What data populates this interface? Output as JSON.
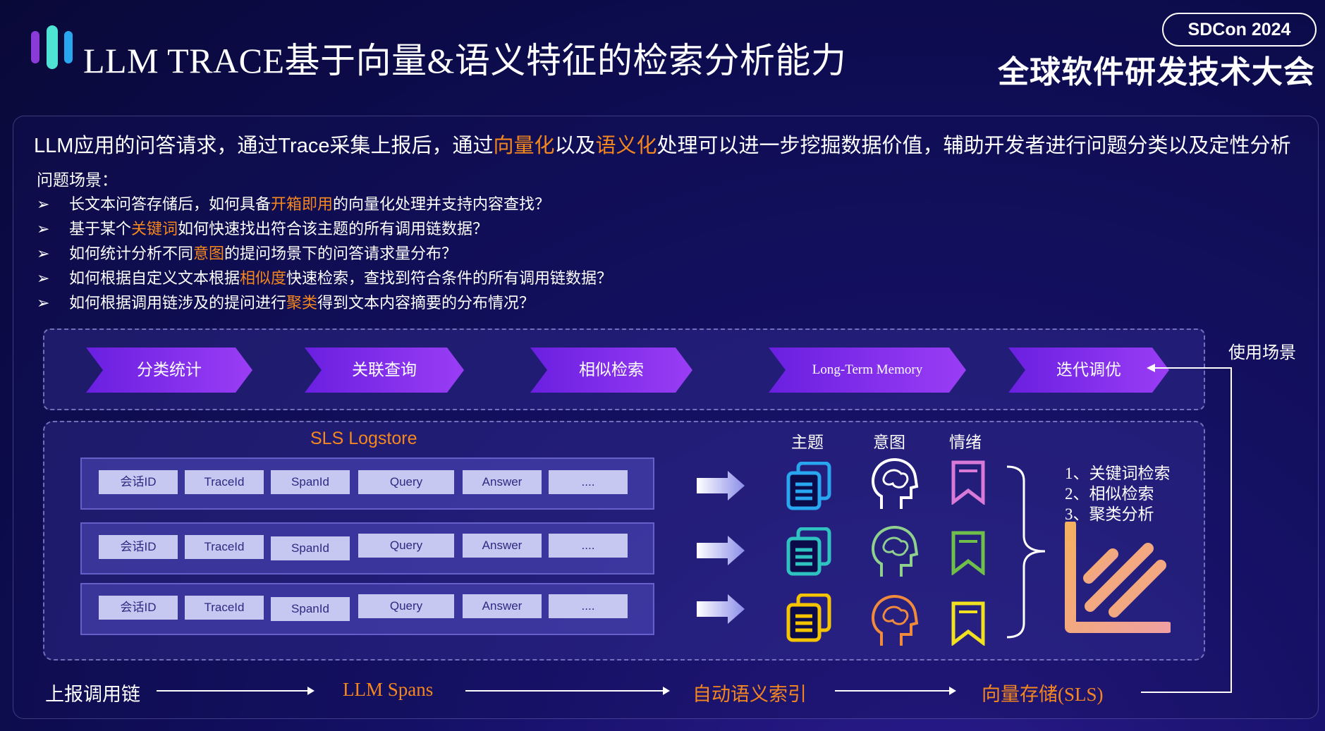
{
  "header": {
    "title": "LLM TRACE基于向量&语义特征的检索分析能力",
    "event_badge": "SDCon 2024",
    "conference_name": "全球软件研发技术大会"
  },
  "intro": {
    "part1": "LLM应用的问答请求，通过Trace采集上报后，通过",
    "hl1": "向量化",
    "part2": "以及",
    "hl2": "语义化",
    "part3": "处理可以进一步挖掘数据价值，辅助开发者进行问题分类以及定性分析"
  },
  "scenarios": {
    "title": "问题场景：",
    "arrow": "➢",
    "items": [
      {
        "pre": "长文本问答存储后，如何具备",
        "hl": "开箱即用",
        "post": "的向量化处理并支持内容查找？"
      },
      {
        "pre": "基于某个",
        "hl": "关键词",
        "post": "如何快速找出符合该主题的所有调用链数据？"
      },
      {
        "pre": "如何统计分析不同",
        "hl": "意图",
        "post": "的提问场景下的问答请求量分布？"
      },
      {
        "pre": "如何根据自定义文本根据",
        "hl": "相似度",
        "post": "快速检索，查找到符合条件的所有调用链数据？"
      },
      {
        "pre": "如何根据调用链涉及的提问进行",
        "hl": "聚类",
        "post": "得到文本内容摘要的分布情况？"
      }
    ]
  },
  "usage": {
    "label": "使用场景",
    "steps": [
      "分类统计",
      "关联查询",
      "相似检索",
      "Long-Term Memory",
      "迭代调优"
    ]
  },
  "logstore": {
    "title": "SLS Logstore",
    "columns": [
      "会话ID",
      "TraceId",
      "SpanId",
      "Query",
      "Answer",
      "...."
    ],
    "rows": 3
  },
  "features": {
    "headers": [
      "主题",
      "意图",
      "情绪"
    ],
    "analysis": [
      "1、关键词检索",
      "2、相似检索",
      "3、聚类分析"
    ]
  },
  "flow": {
    "steps": [
      "上报调用链",
      "LLM Spans",
      "自动语义索引",
      "向量存储(SLS)"
    ]
  },
  "colors": {
    "accent": "#f5871f",
    "background": "#0c0b4a",
    "chevron": "#7b2ff7",
    "row_cell": "#c7c8f2"
  }
}
